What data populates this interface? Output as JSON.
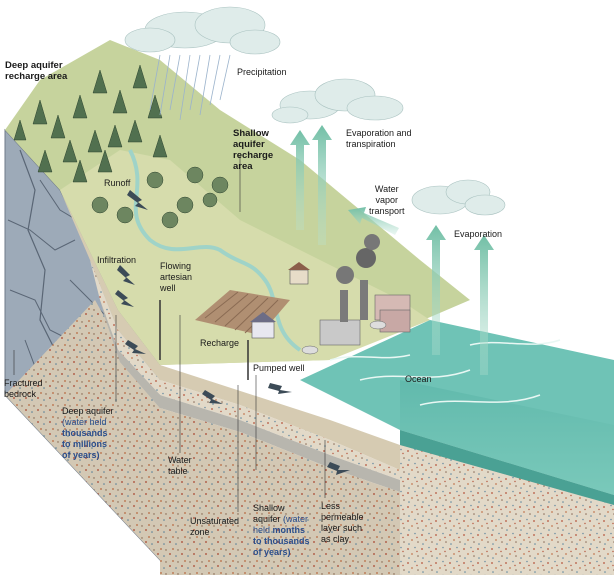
{
  "labels": {
    "deep_recharge": [
      "Deep aquifer",
      "recharge area"
    ],
    "precipitation": "Precipitation",
    "evap_transp": [
      "Evaporation and",
      "transpiration"
    ],
    "shallow_recharge": [
      "Shallow",
      "aquifer",
      "recharge",
      "area"
    ],
    "runoff": "Runoff",
    "water_vapor": [
      "Water",
      "vapor",
      "transport"
    ],
    "evaporation": "Evaporation",
    "infiltration": "Infiltration",
    "flowing_well": [
      "Flowing",
      "artesian",
      "well"
    ],
    "recharge": "Recharge",
    "pumped_well": "Pumped well",
    "ocean": "Ocean",
    "fractured_bedrock": [
      "Fractured",
      "bedrock"
    ],
    "deep_aquifer": {
      "title": "Deep aquifer",
      "l1": "(water held",
      "l2": "thousands",
      "l3": "to millions",
      "l4": "of years)"
    },
    "water_table": [
      "Water",
      "table"
    ],
    "unsaturated_zone": [
      "Unsaturated",
      "zone"
    ],
    "shallow_aquifer": {
      "l1": "Shallow",
      "l2a": "aquifer ",
      "l2b": "(water",
      "l3a": "held ",
      "l3b": "months",
      "l4": "to thousands",
      "l5": "of years)"
    },
    "less_permeable": [
      "Less",
      "permeable",
      "layer such",
      "as clay"
    ]
  },
  "colors": {
    "land": "#d9dfa8",
    "hill": "#c3d39a",
    "bedrock": "#a3b0be",
    "aquifer": "#d8cfc0",
    "ocean": "#67bfb2",
    "arrow": "#85c9b2",
    "cloud": "#dfeceb"
  }
}
